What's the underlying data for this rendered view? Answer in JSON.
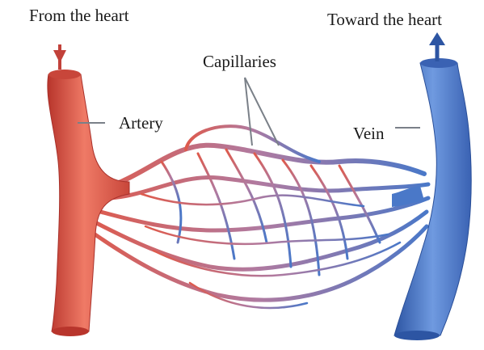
{
  "labels": {
    "from_heart": "From the heart",
    "toward_heart": "Toward the heart",
    "capillaries": "Capillaries",
    "artery": "Artery",
    "vein": "Vein"
  },
  "colors": {
    "artery": "#e0574a",
    "artery_dark": "#b8352c",
    "vein": "#4a78c8",
    "vein_dark": "#2d55a3",
    "capillary_mid": "#b07aa0",
    "leader_line": "#7a8088"
  }
}
